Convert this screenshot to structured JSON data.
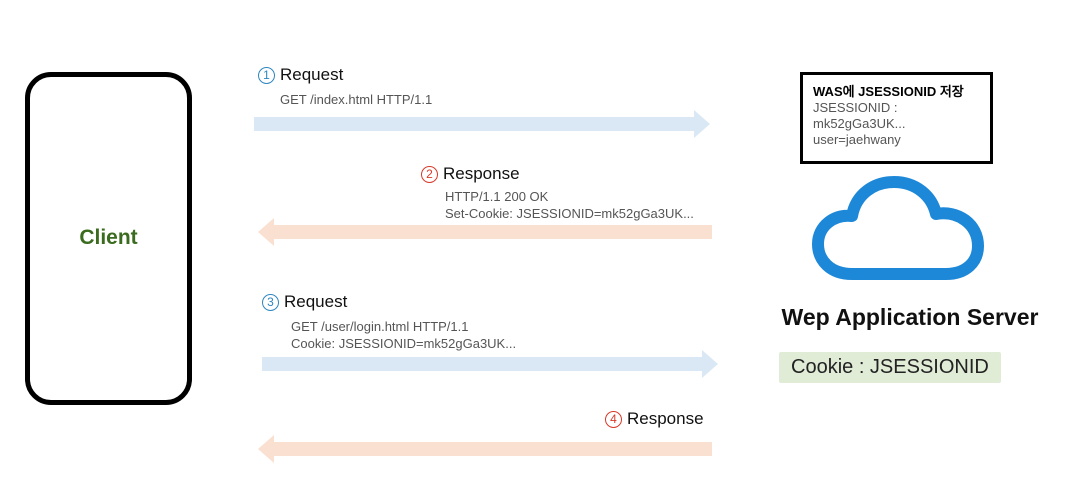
{
  "client": {
    "label": "Client"
  },
  "steps": [
    {
      "number": "1",
      "title": "Request",
      "lines": [
        "GET /index.html HTTP/1.1"
      ]
    },
    {
      "number": "2",
      "title": "Response",
      "lines": [
        "HTTP/1.1 200 OK",
        "Set-Cookie: JSESSIONID=mk52gGa3UK..."
      ]
    },
    {
      "number": "3",
      "title": "Request",
      "lines": [
        "GET /user/login.html HTTP/1.1",
        "Cookie: JSESSIONID=mk52gGa3UK..."
      ]
    },
    {
      "number": "4",
      "title": "Response",
      "lines": []
    }
  ],
  "was_store": {
    "title": "WAS에 JSESSIONID 저장",
    "lines": [
      "JSESSIONID :",
      "mk52gGa3UK...",
      "user=jaehwany"
    ]
  },
  "server": {
    "label": "Wep Application Server",
    "cookie_tag": "Cookie : JSESSIONID"
  },
  "colors": {
    "request_arrow": "#dae8f5",
    "response_arrow": "#fae0d0",
    "cloud": "#1e88d8",
    "client_label": "#3b6b1e"
  }
}
